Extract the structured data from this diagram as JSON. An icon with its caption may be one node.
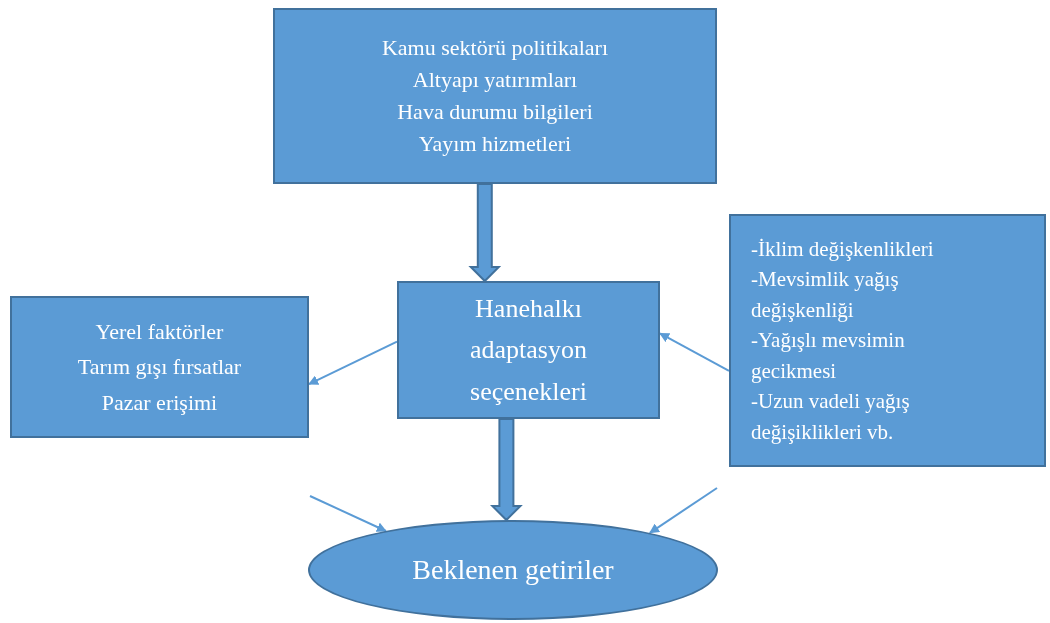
{
  "diagram": {
    "nodes": [
      {
        "text": [
          "Kamu sektörü politikaları",
          "Altyapı yatırımları",
          "Hava durumu bilgileri",
          "Yayım hizmetleri"
        ]
      },
      {
        "text": [
          "Hanehalkı adaptasyon seçenekleri"
        ]
      },
      {
        "text": [
          "Yerel faktörler",
          "Tarım gışı fırsatlar",
          "Pazar erişimi"
        ]
      },
      {
        "text": [
          "-İklim değişkenlikleri",
          "-Mevsimlik yağış değişkenliği",
          "-Yağışlı mevsimin gecikmesi",
          "-Uzun vadeli yağış değişiklikleri vb."
        ]
      },
      {
        "text": [
          "Beklenen getiriler"
        ]
      }
    ],
    "edges": [
      {
        "from": 0,
        "to": 1,
        "arrow": "to",
        "style": "thick"
      },
      {
        "from": 1,
        "to": 2,
        "arrow": "to"
      },
      {
        "from": 3,
        "to": 1,
        "arrow": "to"
      },
      {
        "from": 1,
        "to": 4,
        "arrow": "to",
        "style": "thick"
      },
      {
        "from": null,
        "to": 4,
        "arrow": "to"
      },
      {
        "from": null,
        "to": 4,
        "arrow": "to"
      }
    ]
  }
}
